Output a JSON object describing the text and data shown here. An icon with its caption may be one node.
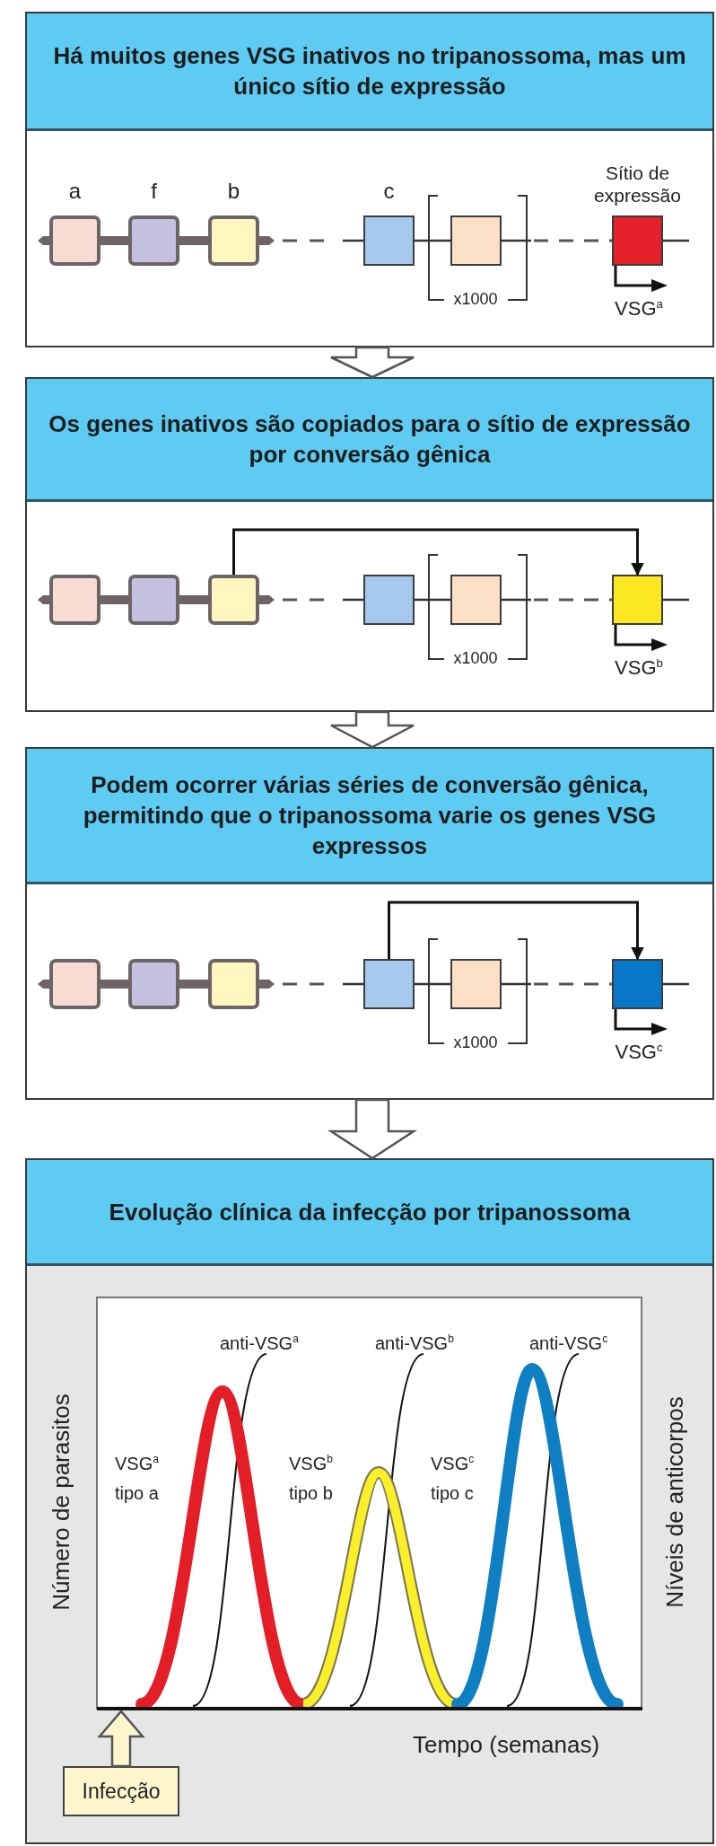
{
  "diagram": {
    "nodes": [
      {
        "text": [
          "Há muitos genes VSG inativos no tripanossoma, mas um único sítio de expressão"
        ]
      },
      {
        "text": [
          "a"
        ],
        "in": 0
      },
      {
        "text": [
          "f"
        ],
        "in": 0
      },
      {
        "text": [
          "b"
        ],
        "in": 0
      },
      {
        "text": [
          "c"
        ],
        "in": 0
      },
      {
        "text": [],
        "shape": "box",
        "in": 0,
        "beside": [
          "x1000"
        ]
      },
      {
        "text": [
          "Sítio de expressão"
        ],
        "in": 0,
        "beside": [
          "VSG$^{a}$"
        ]
      },
      {
        "text": [
          "Os genes inativos são copiados para o sítio de expressão por conversão gênica"
        ]
      },
      {
        "text": [],
        "shape": "box",
        "in": 7
      },
      {
        "text": [],
        "shape": "box",
        "in": 7
      },
      {
        "text": [],
        "shape": "box",
        "in": 7
      },
      {
        "text": [],
        "shape": "box",
        "in": 7
      },
      {
        "text": [],
        "shape": "box",
        "in": 7,
        "beside": [
          "x1000"
        ]
      },
      {
        "text": [],
        "shape": "box",
        "in": 7,
        "beside": [
          "VSG$^{b}$"
        ]
      },
      {
        "text": [
          "Podem ocorrer várias séries de conversão gênica, permitindo que o tripanossoma varie os genes VSG expressos"
        ]
      },
      {
        "text": [],
        "shape": "box",
        "in": 14
      },
      {
        "text": [],
        "shape": "box",
        "in": 14
      },
      {
        "text": [],
        "shape": "box",
        "in": 14
      },
      {
        "text": [],
        "shape": "box",
        "in": 14
      },
      {
        "text": [],
        "shape": "box",
        "in": 14,
        "beside": [
          "x1000"
        ]
      },
      {
        "text": [],
        "shape": "box",
        "in": 14,
        "beside": [
          "VSG$^{c}$"
        ]
      },
      {
        "text": [
          "Evolução clínica da infecção por tripanossoma"
        ]
      },
      {
        "text": [
          "Infecção"
        ],
        "in": 21
      }
    ],
    "edges": [
      {
        "from": 0,
        "to": 7,
        "arrow": "to"
      },
      {
        "from": 10,
        "to": 13,
        "arrow": "to"
      },
      {
        "from": 7,
        "to": 14,
        "arrow": "to"
      },
      {
        "from": 18,
        "to": 20,
        "arrow": "to"
      },
      {
        "from": 14,
        "to": 21,
        "arrow": "to"
      },
      {
        "from": 22,
        "to": null,
        "arrow": "to"
      }
    ],
    "labels": [
      "anti-VSG$^{a}$",
      "anti-VSG$^{b}$",
      "anti-VSG$^{c}$",
      "Número de parasitos",
      "VSG$^{a}$",
      "tipo a",
      "VSG$^{b}$",
      "tipo b",
      "VSG$^{c}$",
      "tipo c",
      "Níveis de anticorpos",
      "Tempo (semanas)"
    ]
  }
}
